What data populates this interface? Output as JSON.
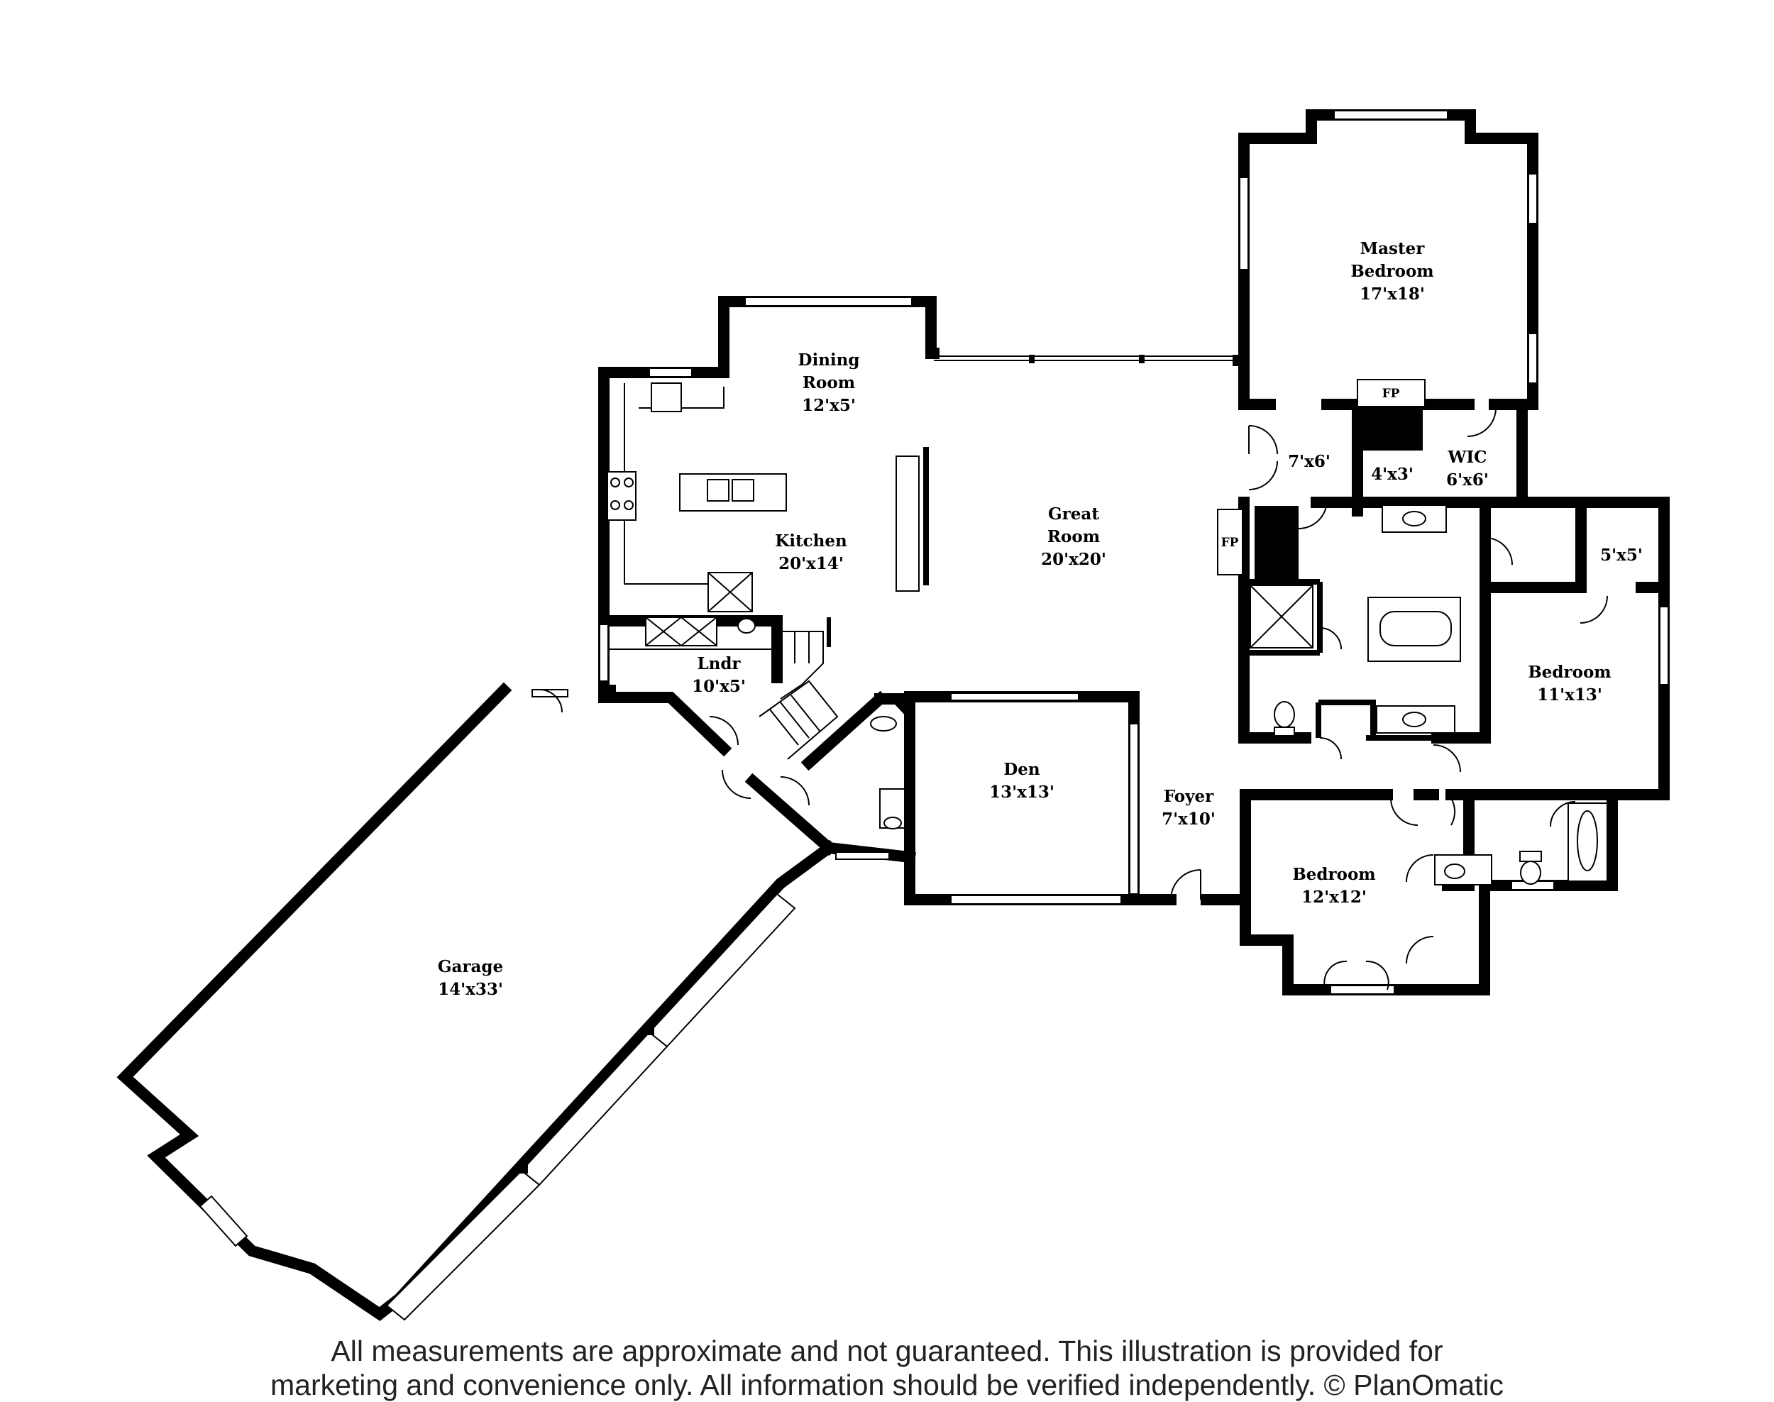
{
  "rooms": {
    "master_bedroom": {
      "name_line1": "Master",
      "name_line2": "Bedroom",
      "size": "17'x18'"
    },
    "dining_room": {
      "name_line1": "Dining",
      "name_line2": "Room",
      "size": "12'x5'"
    },
    "kitchen": {
      "name": "Kitchen",
      "size": "20'x14'"
    },
    "great_room": {
      "name_line1": "Great",
      "name_line2": "Room",
      "size": "20'x20'"
    },
    "laundry": {
      "name": "Lndr",
      "size": "10'x5'"
    },
    "closet_7x6": {
      "size": "7'x6'"
    },
    "closet_4x3": {
      "size": "4'x3'"
    },
    "wic": {
      "name": "WIC",
      "size": "6'x6'"
    },
    "closet_5x5": {
      "size": "5'x5'"
    },
    "bedroom_east": {
      "name": "Bedroom",
      "size": "11'x13'"
    },
    "den": {
      "name": "Den",
      "size": "13'x13'"
    },
    "foyer": {
      "name": "Foyer",
      "size": "7'x10'"
    },
    "bedroom_south": {
      "name": "Bedroom",
      "size": "12'x12'"
    },
    "garage": {
      "name": "Garage",
      "size": "14'x33'"
    }
  },
  "fireplaces": {
    "master": "FP",
    "great_room": "FP"
  },
  "disclaimer": {
    "line1": "All measurements are approximate and not guaranteed. This illustration is provided for",
    "line2": "marketing and convenience only. All information should be verified independently. © PlanOmatic"
  }
}
